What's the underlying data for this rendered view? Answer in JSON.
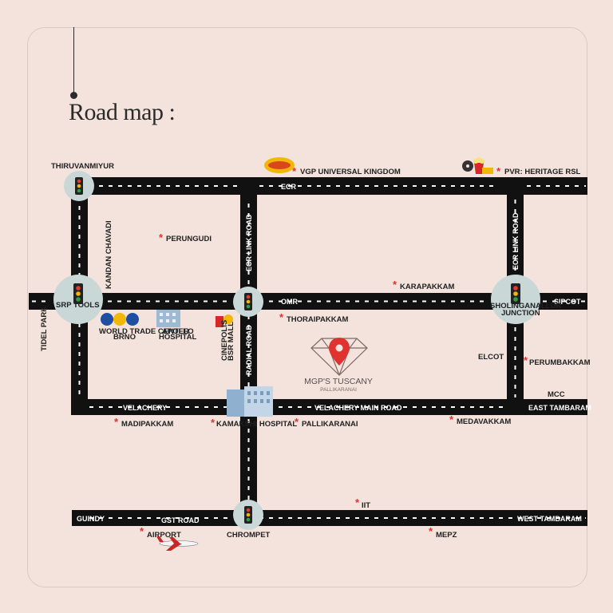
{
  "title": "Road map :",
  "roads": {
    "ecr": "ECR",
    "omr": "OMR",
    "sipcot": "SIPCOT",
    "ecr_link_left": "ECR LINK ROAD",
    "ecr_link_right": "ECR LINK ROAD",
    "radial": "RADIAL ROAD",
    "velachery": "VELACHERY",
    "velachery_main": "VELACHERY MAIN ROAD",
    "east_tambaram": "EAST TAMBARAM",
    "guindy": "GUINDY",
    "gst": "GST ROAD",
    "west_tambaram": "WEST TAMBARAM"
  },
  "junctions": {
    "thiruvanmiyur": "THIRUVANMIYUR",
    "srp_tools": "SRP TOOLS",
    "sholinganallur_1": "SHOLINGANALLUR",
    "sholinganallur_2": "JUNCTION",
    "chrompet": "CHROMPET"
  },
  "places": {
    "vgp": "VGP UNIVERSAL KINGDOM",
    "pvr": "PVR: HERITAGE RSL",
    "perungudi": "PERUNGUDI",
    "karapakkam": "KARAPAKKAM",
    "thoraipakkam": "THORAIPAKKAM",
    "perumbakkam": "PERUMBAKKAM",
    "elcot": "ELCOT",
    "mcc": "MCC",
    "madipakkam": "MADIPAKKAM",
    "kamakshi": "KAMAKSHI HOSPITAL",
    "pallikaranai": "PALLIKARANAI",
    "medavakkam": "MEDAVAKKAM",
    "iit": "IIT",
    "airport": "AIRPORT",
    "mepz": "MEPZ",
    "kandan_chavadi": "KANDAN CHAVADI",
    "tidel_park": "TIDEL PARK"
  },
  "landmarks": {
    "wtc_1": "WORLD TRADE CENTER",
    "wtc_2": "BRNO",
    "apollo_1": "APOLLO",
    "apollo_2": "HOSPITAL",
    "cinepolis_1": "CINEPOLIS",
    "cinepolis_2": "BSR MALL"
  },
  "project": {
    "name": "MGP'S TUSCANY",
    "location": "PALLIKARANAI"
  },
  "colors": {
    "background": "#f3e3dc",
    "road": "#111111",
    "junction": "#c9d8d7",
    "marker": "#e0322f"
  },
  "icons": [
    "traffic-light-icon",
    "location-pin-icon",
    "diamond-icon",
    "airplane-icon",
    "building-icon",
    "wtc-logo-icon",
    "popcorn-icon",
    "film-reel-icon"
  ]
}
